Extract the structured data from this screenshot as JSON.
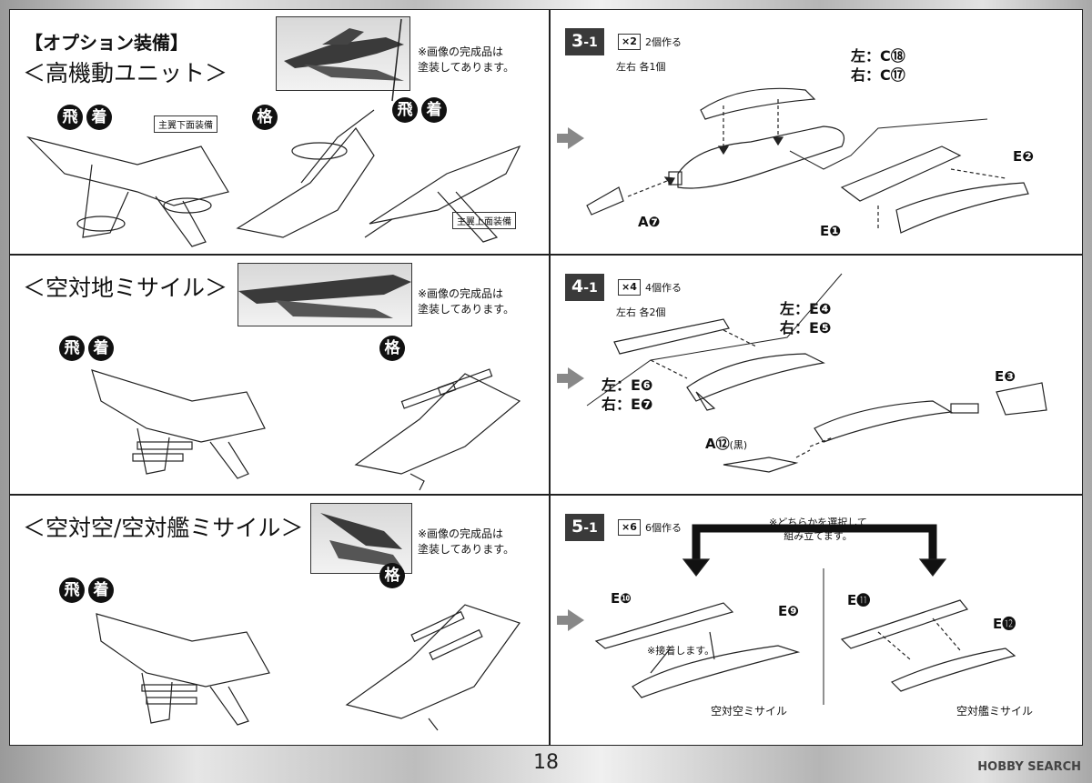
{
  "page_number": "18",
  "watermark": "HOBBY SEARCH",
  "left": {
    "row1": {
      "heading": "【オプション装備】",
      "subheading": "＜高機動ユニット＞",
      "photo_note": "※画像の完成品は\n塗装してあります。",
      "seal_left": [
        "飛",
        "着"
      ],
      "seal_mid": "格",
      "seal_right": [
        "飛",
        "着"
      ],
      "label_lower": "主翼下面装備",
      "label_upper": "主翼上面装備"
    },
    "row2": {
      "subheading": "＜空対地ミサイル＞",
      "photo_note": "※画像の完成品は\n塗装してあります。",
      "seal_left": [
        "飛",
        "着"
      ],
      "seal_right": "格"
    },
    "row3": {
      "subheading": "＜空対空/空対艦ミサイル＞",
      "photo_note": "※画像の完成品は\n塗装してあります。",
      "seal_left": [
        "飛",
        "着"
      ],
      "seal_right": "格"
    }
  },
  "right": {
    "step31": {
      "step": "3",
      "sub": "-1",
      "mult": "×2",
      "make": "2個作る",
      "note": "左右 各1個",
      "part_c": "左：C⑱\n右：C⑰",
      "part_e2": "E❷",
      "part_e1": "E❶",
      "part_a7": "A❼"
    },
    "step41": {
      "step": "4",
      "sub": "-1",
      "mult": "×4",
      "make": "4個作る",
      "note": "左右 各2個",
      "part_e45": "左：E❹\n右：E❺",
      "part_e67": "左：E❻\n右：E❼",
      "part_e3": "E❸",
      "part_a12": "A⑫",
      "part_a12_note": "(黒)"
    },
    "step51": {
      "step": "5",
      "sub": "-1",
      "mult": "×6",
      "make": "6個作る",
      "choose": "※どちらかを選択して\n組み立てます。",
      "part_e10": "E❿",
      "part_e9": "E❾",
      "part_e11": "E⓫",
      "part_e12": "E⓬",
      "glue": "※接着します。",
      "caption_left": "空対空ミサイル",
      "caption_right": "空対艦ミサイル"
    }
  }
}
